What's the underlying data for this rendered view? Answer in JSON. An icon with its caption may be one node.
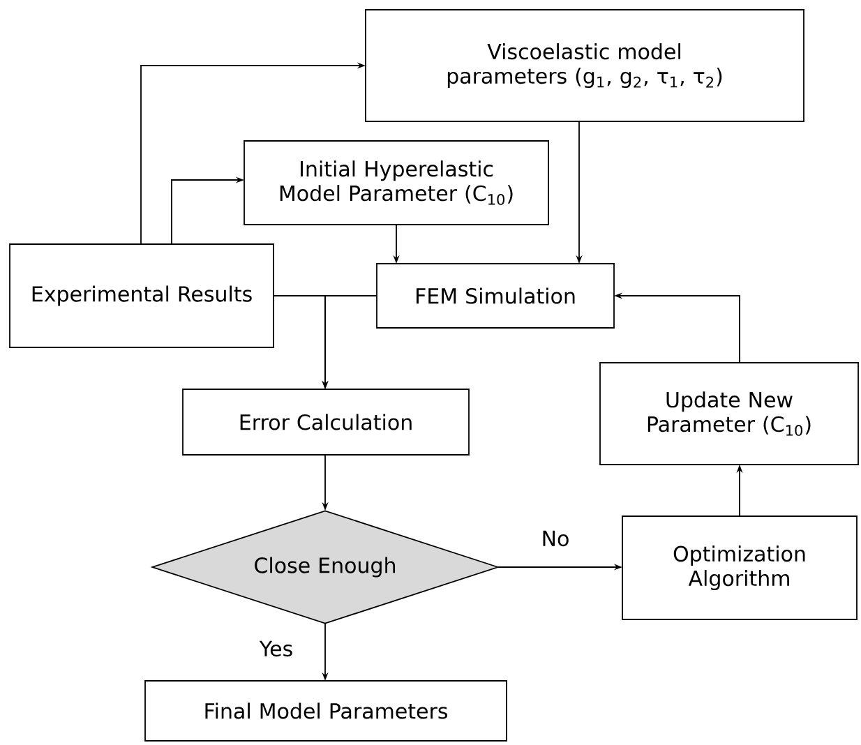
{
  "diagram": {
    "nodes": [
      {
        "text": [
          "Viscoelastic model parameters (g$_{1}$, g$_{2}$, τ$_{1}$, τ$_{2}$)"
        ]
      },
      {
        "text": [
          "Initial Hyperelastic Model Parameter (C$_{10}$)"
        ]
      },
      {
        "text": [
          "Experimental Results"
        ]
      },
      {
        "text": [
          "FEM Simulation"
        ]
      },
      {
        "text": [
          "Update New Parameter (C$_{10}$)"
        ]
      },
      {
        "text": [
          "Error Calculation"
        ]
      },
      {
        "text": [
          "Close Enough"
        ]
      },
      {
        "text": [
          "Optimization Algorithm"
        ]
      },
      {
        "text": [
          "Final Model Parameters"
        ]
      }
    ],
    "edges": [
      {
        "from": 2,
        "to": 0,
        "arrow": "to"
      },
      {
        "from": 2,
        "to": 1,
        "arrow": "to"
      },
      {
        "from": 1,
        "to": 3,
        "arrow": "to"
      },
      {
        "from": 0,
        "to": 3,
        "arrow": "to"
      },
      {
        "from": 2,
        "to": 5,
        "arrow": "to"
      },
      {
        "from": 3,
        "to": 5,
        "arrow": "to"
      },
      {
        "from": 5,
        "to": 6,
        "arrow": "to"
      },
      {
        "from": 6,
        "to": 7,
        "arrow": "to",
        "label": "No"
      },
      {
        "from": 7,
        "to": 4,
        "arrow": "to"
      },
      {
        "from": 4,
        "to": 3,
        "arrow": "to"
      },
      {
        "from": 6,
        "to": 8,
        "arrow": "to",
        "label": "Yes"
      }
    ]
  }
}
